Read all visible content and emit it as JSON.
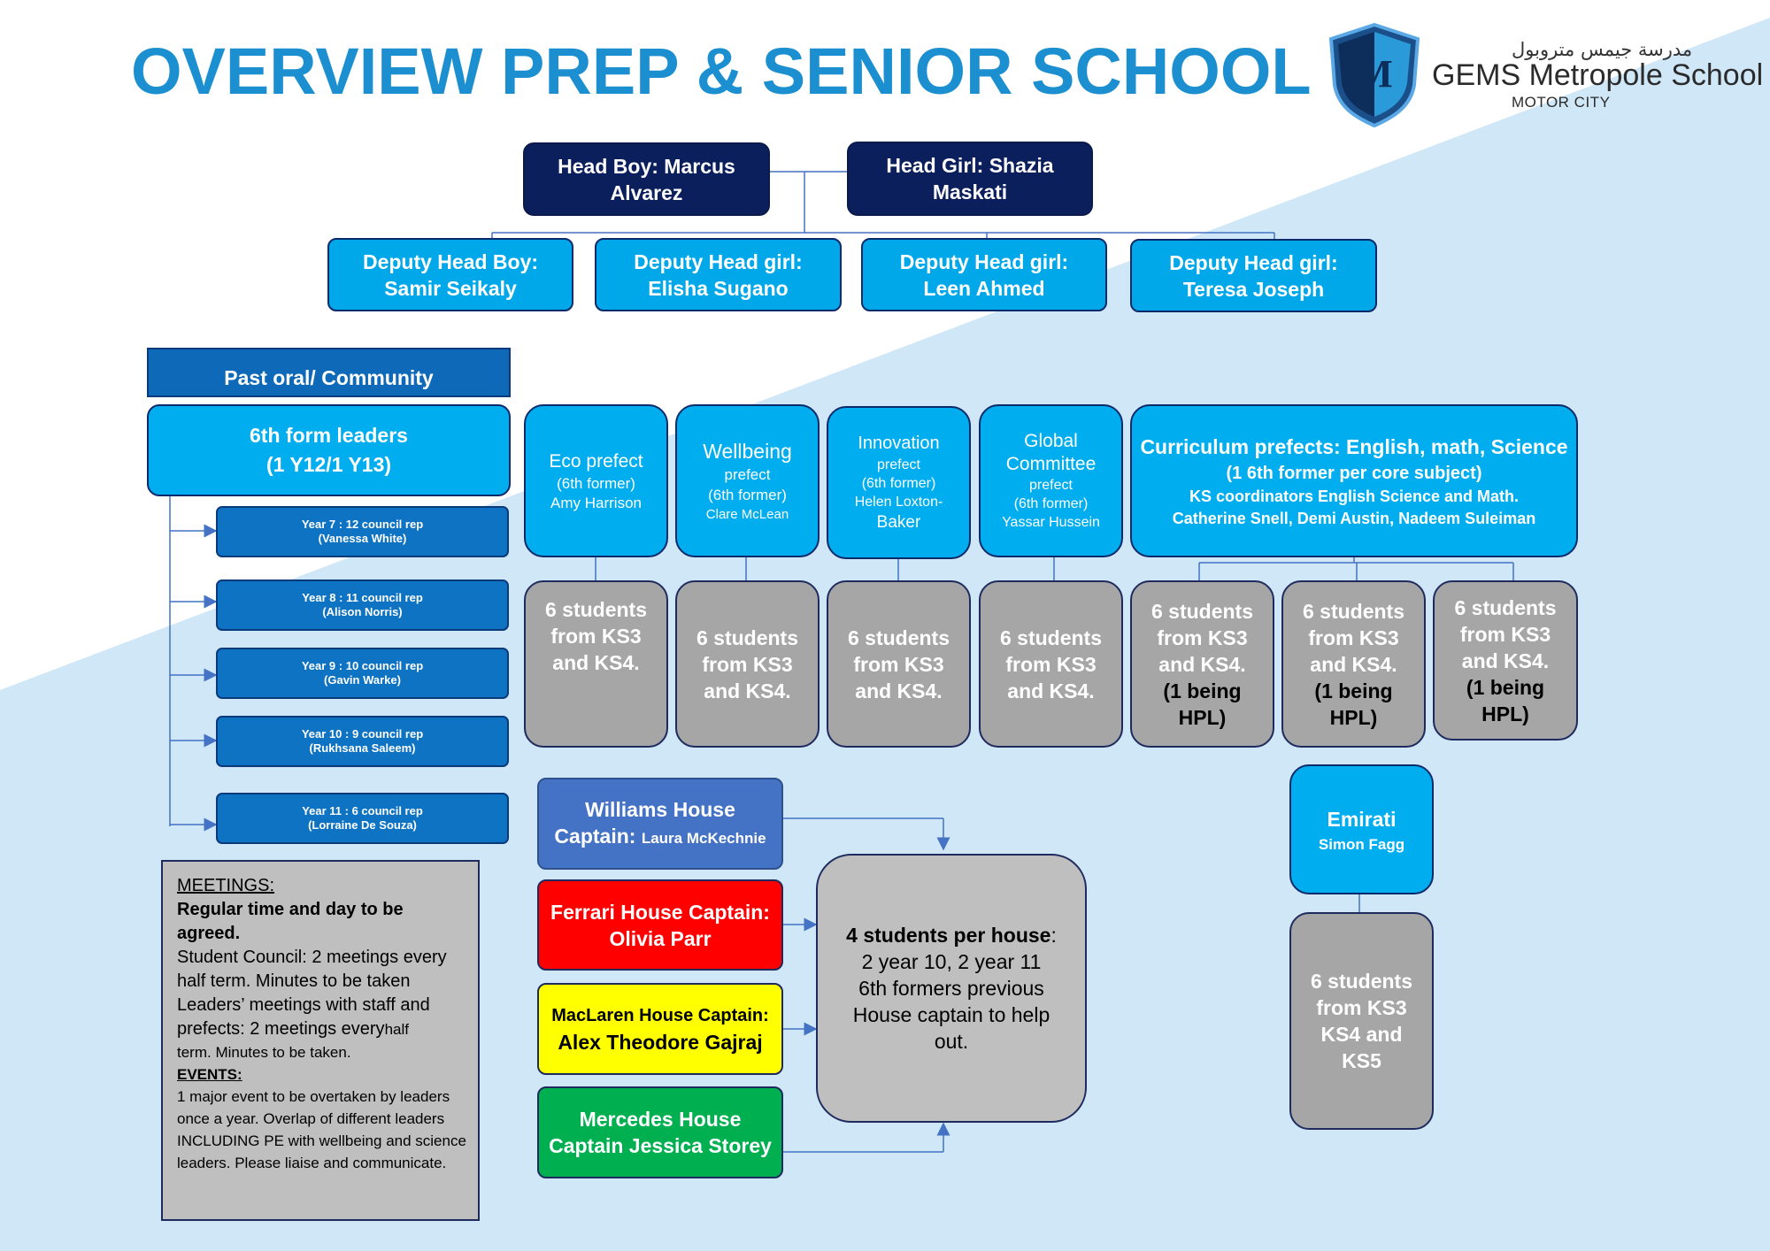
{
  "title": "OVERVIEW PREP & SENIOR SCHOOL",
  "logo": {
    "letter": "M",
    "arabic": "مدرسة جيمس متروبول",
    "name": "GEMS Metropole School",
    "location": "MOTOR CITY"
  },
  "head_boy": {
    "line1": "Head Boy: Marcus",
    "line2": "Alvarez"
  },
  "head_girl": {
    "line1": "Head Girl: Shazia",
    "line2": "Maskati"
  },
  "deputies": [
    {
      "line1": "Deputy Head Boy:",
      "line2": "Samir Seikaly"
    },
    {
      "line1": "Deputy Head girl:",
      "line2": "Elisha Sugano"
    },
    {
      "line1": "Deputy Head girl:",
      "line2": "Leen Ahmed"
    },
    {
      "line1": "Deputy Head girl:",
      "line2": "Teresa Joseph"
    }
  ],
  "past_oral": "Past oral/ Community",
  "sixth_form": {
    "line1": "6th form leaders",
    "line2": "(1 Y12/1 Y13)"
  },
  "council_reps": [
    {
      "line1": "Year 7 : 12 council rep",
      "line2": "(Vanessa White)"
    },
    {
      "line1": "Year 8 : 11 council rep",
      "line2": "(Alison Norris)"
    },
    {
      "line1": "Year 9 : 10 council rep",
      "line2": "(Gavin Warke)"
    },
    {
      "line1": "Year 10 : 9 council rep",
      "line2": "(Rukhsana Saleem)"
    },
    {
      "line1": "Year 11 : 6 council rep",
      "line2": "(Lorraine De Souza)"
    }
  ],
  "prefects": [
    {
      "l1": "Eco prefect",
      "l2": "(6th former)",
      "l3": "Amy Harrison"
    },
    {
      "l1": "Wellbeing",
      "l2": "prefect",
      "l3": "(6th former)",
      "l4": "Clare McLean"
    },
    {
      "l1": "Innovation",
      "l2": "prefect",
      "l3": "(6th former)",
      "l4": "Helen Loxton-",
      "l5": "Baker"
    },
    {
      "l1": "Global",
      "l2": "Committee",
      "l3": "prefect",
      "l4": "(6th former)",
      "l5": "Yassar Hussein"
    }
  ],
  "curriculum": {
    "line1": "Curriculum prefects: English, math, Science",
    "line2": "(1 6th former per core subject)",
    "line3": "KS coordinators English Science and Math.",
    "line4": "Catherine Snell, Demi Austin, Nadeem Suleiman"
  },
  "students_box": {
    "l1": "6 students",
    "l2": "from KS3",
    "l3": "and KS4."
  },
  "students_hpl": {
    "l1": "6 students",
    "l2": "from KS3",
    "l3": "and KS4.",
    "l4": "(1 being",
    "l5": "HPL)"
  },
  "houses": {
    "williams": {
      "line1": "Williams House",
      "line2a": "Captain:",
      "line2b": "Laura McKechnie",
      "color": "#4472c4"
    },
    "ferrari": {
      "line1": "Ferrari House Captain:",
      "line2": "Olivia Parr",
      "color": "#ff0000"
    },
    "maclaren": {
      "line1": "MacLaren House Captain:",
      "line2": "Alex Theodore Gajraj",
      "color": "#ffff00"
    },
    "mercedes": {
      "line1": "Mercedes House",
      "line2": "Captain Jessica Storey",
      "color": "#00b050"
    }
  },
  "house_info": {
    "bold": "4 students per house",
    "colon": ":",
    "line2": "2 year 10, 2 year 11",
    "line3": "6th formers previous",
    "line4": "House captain to help",
    "line5": "out."
  },
  "emirati": {
    "line1": "Emirati",
    "line2": "Simon Fagg"
  },
  "emirati_students": {
    "l1": "6 students",
    "l2": "from KS3",
    "l3": "KS4 and",
    "l4": "KS5"
  },
  "meetings": {
    "heading": "MEETINGS:",
    "bold": "Regular time and day to be agreed.",
    "p1": "Student Council: 2 meetings every half term. Minutes to be taken",
    "p2": "Leaders’ meetings with staff and prefects: 2 meetings every",
    "p2b": "half",
    "p3": "term. Minutes to be taken.",
    "events_heading": "EVENTS:",
    "p4": "1 major event to be overtaken by leaders once a year. Overlap of different leaders INCLUDING PE with wellbeing and science leaders. Please liaise and communicate."
  },
  "colors": {
    "title": "#1b8fd0",
    "navy": "#0b1f5c",
    "cyan": "#00a8ea",
    "council": "#0f73c4",
    "past_oral": "#0e6ab8",
    "gray": "#a6a6a6",
    "connector": "#4472c4",
    "background_band": "#cfe7f6"
  }
}
